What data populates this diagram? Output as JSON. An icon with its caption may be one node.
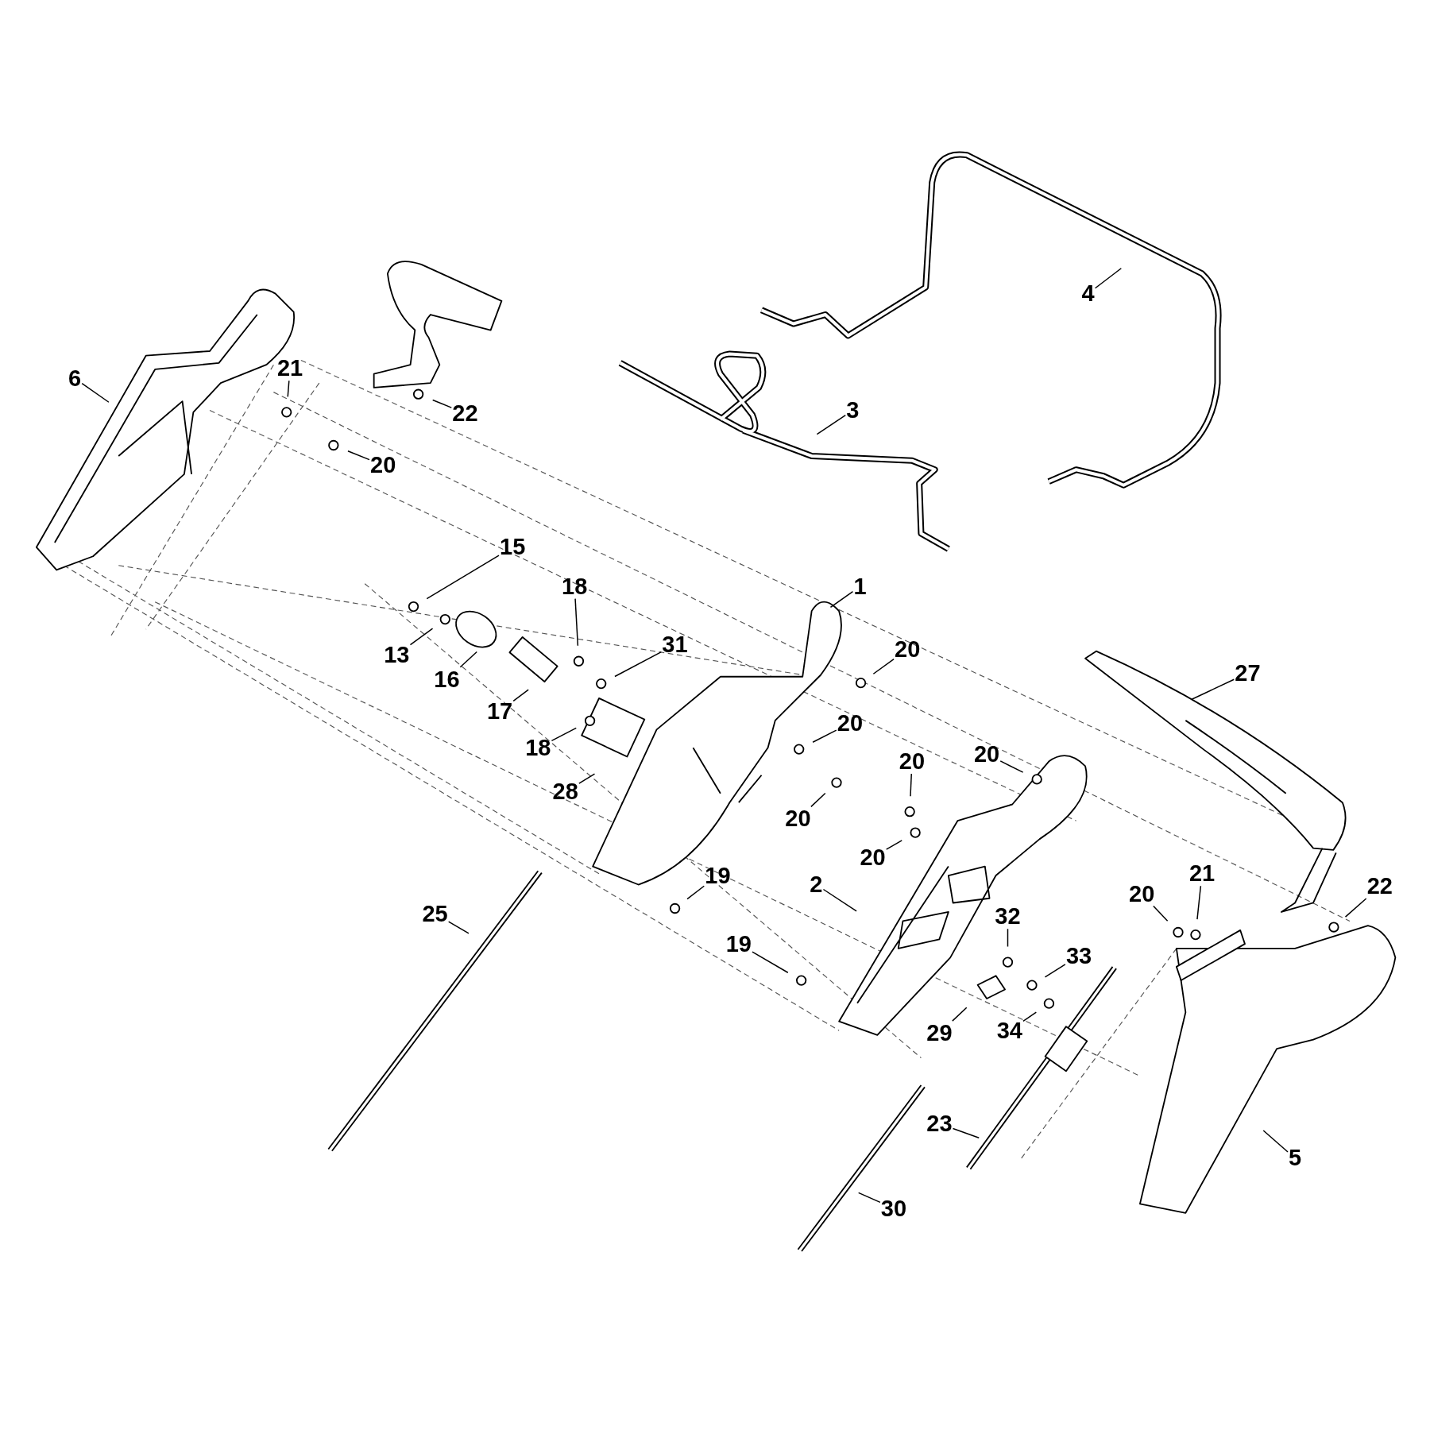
{
  "diagram": {
    "nodes": [
      {
        "text": [
          "4"
        ]
      },
      {
        "text": [
          "6"
        ]
      },
      {
        "text": [
          "21"
        ]
      },
      {
        "text": [
          "22"
        ]
      },
      {
        "text": [
          "3"
        ]
      },
      {
        "text": [
          "20"
        ]
      },
      {
        "text": [
          "15"
        ]
      },
      {
        "text": [
          "1"
        ]
      },
      {
        "text": [
          "18"
        ]
      },
      {
        "text": [
          "31"
        ]
      },
      {
        "text": [
          "20"
        ]
      },
      {
        "text": [
          "13"
        ]
      },
      {
        "text": [
          "16"
        ]
      },
      {
        "text": [
          "17"
        ]
      },
      {
        "text": [
          "27"
        ]
      },
      {
        "text": [
          "18"
        ]
      },
      {
        "text": [
          "20"
        ]
      },
      {
        "text": [
          "28"
        ]
      },
      {
        "text": [
          "20"
        ]
      },
      {
        "text": [
          "20"
        ]
      },
      {
        "text": [
          "20"
        ]
      },
      {
        "text": [
          "20"
        ]
      },
      {
        "text": [
          "19"
        ]
      },
      {
        "text": [
          "2"
        ]
      },
      {
        "text": [
          "22"
        ]
      },
      {
        "text": [
          "21"
        ]
      },
      {
        "text": [
          "20"
        ]
      },
      {
        "text": [
          "25"
        ]
      },
      {
        "text": [
          "32"
        ]
      },
      {
        "text": [
          "19"
        ]
      },
      {
        "text": [
          "33"
        ]
      },
      {
        "text": [
          "29"
        ]
      },
      {
        "text": [
          "34"
        ]
      },
      {
        "text": [
          "23"
        ]
      },
      {
        "text": [
          "5"
        ]
      },
      {
        "text": [
          "30"
        ]
      }
    ],
    "edges": [
      {
        "from": 0,
        "to": null,
        "arrow": "none"
      },
      {
        "from": 1,
        "to": null,
        "arrow": "none"
      },
      {
        "from": 2,
        "to": null,
        "arrow": "none"
      },
      {
        "from": 3,
        "to": null,
        "arrow": "none"
      },
      {
        "from": 4,
        "to": null,
        "arrow": "none"
      },
      {
        "from": 5,
        "to": null,
        "arrow": "none"
      },
      {
        "from": 6,
        "to": null,
        "arrow": "none"
      },
      {
        "from": 7,
        "to": null,
        "arrow": "none"
      },
      {
        "from": 8,
        "to": null,
        "arrow": "none"
      },
      {
        "from": 9,
        "to": null,
        "arrow": "none"
      },
      {
        "from": 10,
        "to": null,
        "arrow": "none"
      },
      {
        "from": 11,
        "to": null,
        "arrow": "none"
      },
      {
        "from": 12,
        "to": null,
        "arrow": "none"
      },
      {
        "from": 13,
        "to": null,
        "arrow": "none"
      },
      {
        "from": 14,
        "to": null,
        "arrow": "none"
      },
      {
        "from": 15,
        "to": null,
        "arrow": "none"
      },
      {
        "from": 16,
        "to": null,
        "arrow": "none"
      },
      {
        "from": 17,
        "to": null,
        "arrow": "none"
      },
      {
        "from": 18,
        "to": null,
        "arrow": "none"
      },
      {
        "from": 19,
        "to": null,
        "arrow": "none"
      },
      {
        "from": 20,
        "to": null,
        "arrow": "none"
      },
      {
        "from": 21,
        "to": null,
        "arrow": "none"
      },
      {
        "from": 22,
        "to": null,
        "arrow": "none"
      },
      {
        "from": 23,
        "to": null,
        "arrow": "none"
      },
      {
        "from": 24,
        "to": null,
        "arrow": "none"
      },
      {
        "from": 25,
        "to": null,
        "arrow": "none"
      },
      {
        "from": 26,
        "to": null,
        "arrow": "none"
      },
      {
        "from": 27,
        "to": null,
        "arrow": "none"
      },
      {
        "from": 28,
        "to": null,
        "arrow": "none"
      },
      {
        "from": 29,
        "to": null,
        "arrow": "none"
      },
      {
        "from": 30,
        "to": null,
        "arrow": "none"
      },
      {
        "from": 31,
        "to": null,
        "arrow": "none"
      },
      {
        "from": 32,
        "to": null,
        "arrow": "none"
      },
      {
        "from": 33,
        "to": null,
        "arrow": "none"
      },
      {
        "from": 34,
        "to": null,
        "arrow": "none"
      },
      {
        "from": 35,
        "to": null,
        "arrow": "none"
      }
    ]
  }
}
